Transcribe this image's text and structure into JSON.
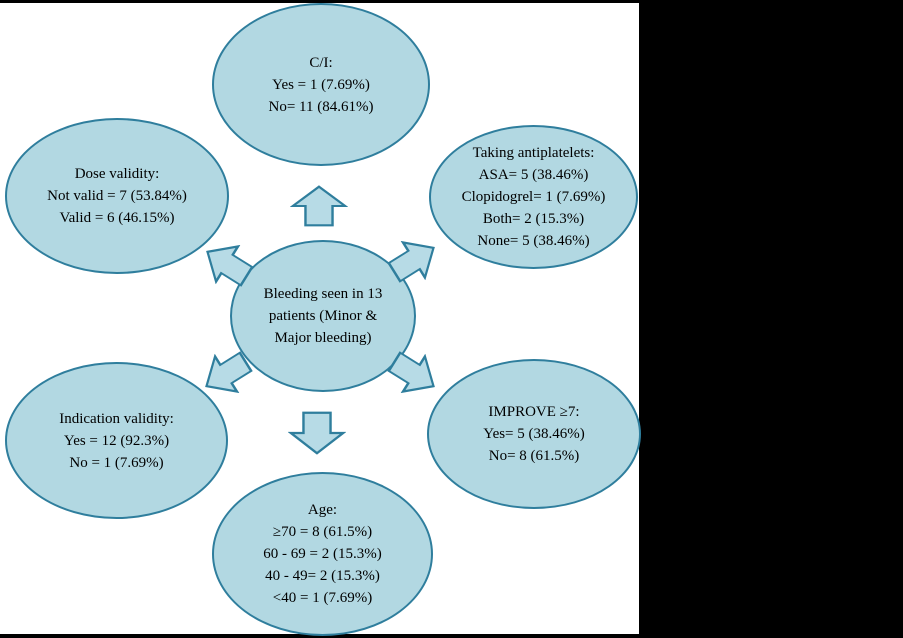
{
  "colors": {
    "ellipse_fill": "#b2d8e2",
    "ellipse_stroke": "#2f7e9d",
    "text": "#000000",
    "frame": "#000000",
    "background": "#ffffff"
  },
  "diagram": {
    "center_node": {
      "lines": [
        "Bleeding seen in 13",
        "patients (Minor &",
        "Major bleeding)"
      ]
    },
    "top_node": {
      "title": "C/I:",
      "lines": [
        "Yes = 1 (7.69%)",
        "No= 11 (84.61%)"
      ]
    },
    "top_right_node": {
      "title": "Taking antiplatelets:",
      "lines": [
        "ASA= 5 (38.46%)",
        "Clopidogrel= 1 (7.69%)",
        "Both= 2 (15.3%)",
        "None= 5 (38.46%)"
      ]
    },
    "left_node": {
      "title": "Dose validity:",
      "lines": [
        "Not valid = 7 (53.84%)",
        "Valid = 6 (46.15%)"
      ]
    },
    "bottom_left_node": {
      "title": "Indication validity:",
      "lines": [
        "Yes = 12 (92.3%)",
        "No = 1 (7.69%)"
      ]
    },
    "bottom_right_node": {
      "title": "IMPROVE ≥7:",
      "lines": [
        "Yes= 5 (38.46%)",
        "No= 8 (61.5%)"
      ]
    },
    "bottom_node": {
      "title": "Age:",
      "lines": [
        "≥70 = 8 (61.5%)",
        "60 - 69 = 2 (15.3%)",
        "40 - 49= 2 (15.3%)",
        "<40 = 1 (7.69%)"
      ]
    }
  }
}
